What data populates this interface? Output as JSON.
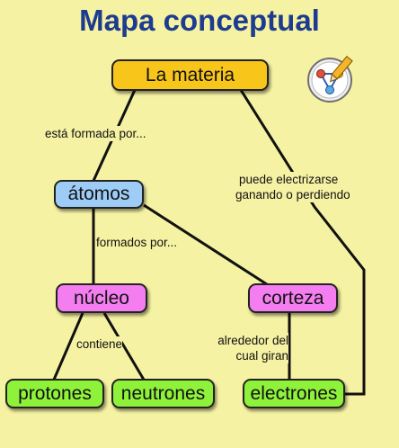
{
  "title": "Mapa conceptual",
  "colors": {
    "background": "#f6f2a3",
    "title": "#1d3c8f",
    "root_node": "#f8c61a",
    "atom_node": "#9dccf6",
    "structure_node": "#f47ef0",
    "particle_node": "#8ff23a",
    "lines": "#111111"
  },
  "icon": "concept-map-pencil-icon",
  "nodes": {
    "materia": "La materia",
    "atomos": "átomos",
    "nucleo": "núcleo",
    "corteza": "corteza",
    "protones": "protones",
    "neutrones": "neutrones",
    "electrones": "electrones"
  },
  "links": {
    "formada": "está formada por...",
    "formados": "formados por...",
    "contiene": "contiene",
    "electrizar_1": "puede electrizarse",
    "electrizar_2": "ganando o perdiendo",
    "alrededor_1": "alrededor del",
    "alrededor_2": "cual giran"
  }
}
